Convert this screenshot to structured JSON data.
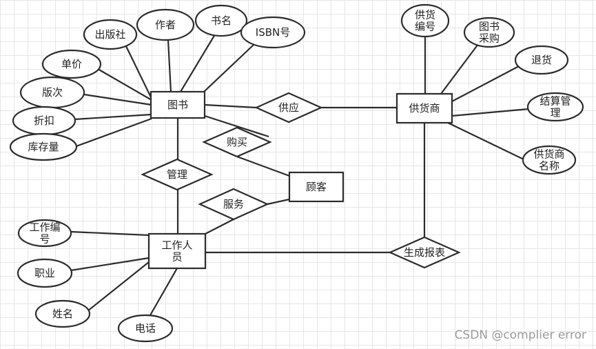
{
  "entities": {
    "book": "图书",
    "supplier": "供货商",
    "customer": "顾客",
    "staff": [
      "工作人",
      "员"
    ]
  },
  "relationships": {
    "supply": "供应",
    "buy": "购买",
    "manage": "管理",
    "serve": "服务",
    "report": "生成报表"
  },
  "attributes": {
    "publisher": "出版社",
    "author": "作者",
    "title": "书名",
    "isbn": "ISBN号",
    "price": "单价",
    "edition": "版次",
    "discount": "折扣",
    "stock": "库存量",
    "supply_id": [
      "供货",
      "编号"
    ],
    "purchase": [
      "图书",
      "采购"
    ],
    "return": "退货",
    "settlement": [
      "结算管",
      "理"
    ],
    "supplier_name": [
      "供货商",
      "名称"
    ],
    "staff_id": [
      "工作编",
      "号"
    ],
    "job": "职业",
    "name": "姓名",
    "phone": "电话"
  },
  "watermark": "CSDN @complier error"
}
